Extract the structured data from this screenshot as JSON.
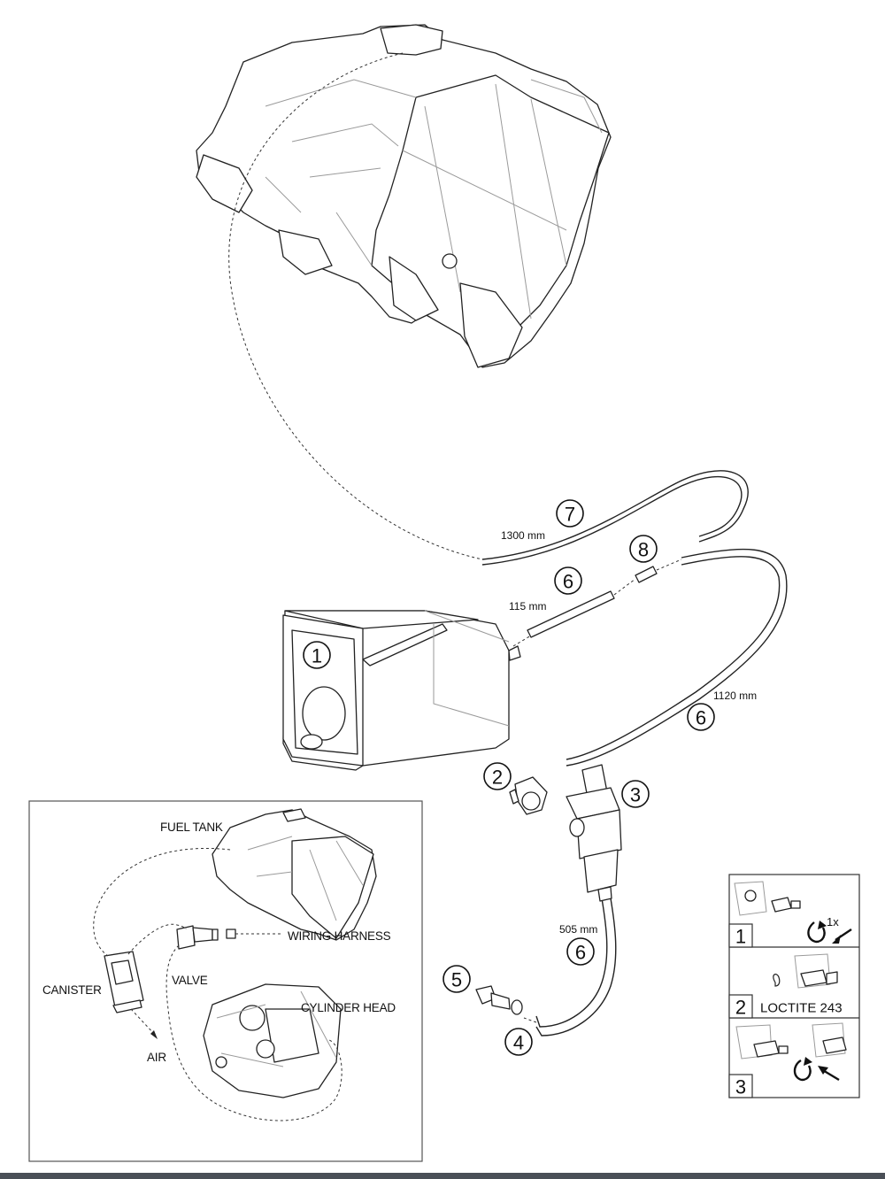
{
  "callouts": [
    "1",
    "2",
    "3",
    "4",
    "5",
    "6",
    "7",
    "8"
  ],
  "dimensions": {
    "hose7": "1300 mm",
    "hose6_short": "115 mm",
    "hose6_long": "1120 mm",
    "hose6_lower": "505 mm"
  },
  "inset": {
    "fuel_tank": "FUEL TANK",
    "canister": "CANISTER",
    "valve": "VALVE",
    "wiring_harness": "WIRING HARNESS",
    "cylinder_head": "CYLINDER HEAD",
    "air": "AIR"
  },
  "steps": [
    {
      "number": "1",
      "note": "1x"
    },
    {
      "number": "2",
      "note": "LOCTITE 243"
    },
    {
      "number": "3",
      "note": ""
    }
  ],
  "colors": {
    "line": "#222222",
    "bar": "#4a4f57"
  }
}
